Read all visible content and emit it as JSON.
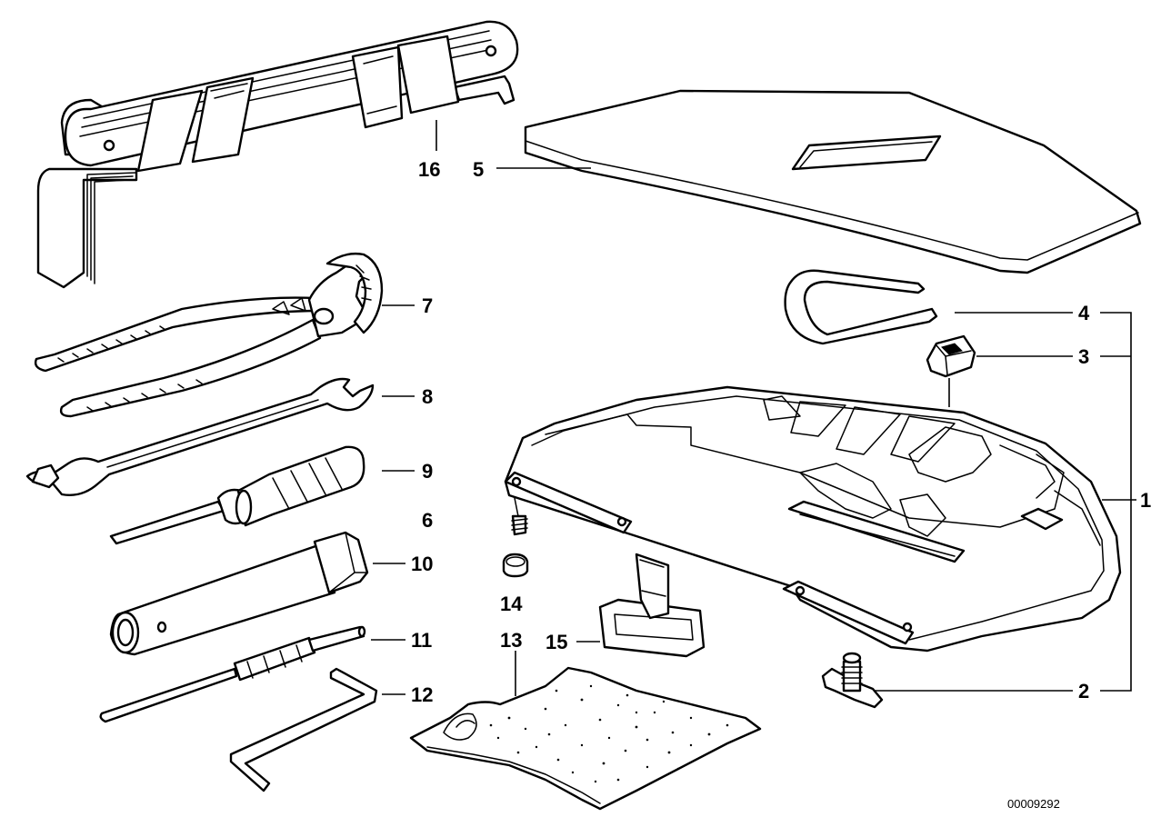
{
  "diagram": {
    "title": "Toolkit parts exploded view",
    "document_number": "00009292",
    "callouts": [
      {
        "id": "16",
        "label": "16"
      },
      {
        "id": "5",
        "label": "5"
      },
      {
        "id": "7",
        "label": "7"
      },
      {
        "id": "4",
        "label": "4"
      },
      {
        "id": "3",
        "label": "3"
      },
      {
        "id": "8",
        "label": "8"
      },
      {
        "id": "9",
        "label": "9"
      },
      {
        "id": "1",
        "label": "1"
      },
      {
        "id": "6",
        "label": "6"
      },
      {
        "id": "10",
        "label": "10"
      },
      {
        "id": "14",
        "label": "14"
      },
      {
        "id": "11",
        "label": "11"
      },
      {
        "id": "13",
        "label": "13"
      },
      {
        "id": "15",
        "label": "15"
      },
      {
        "id": "12",
        "label": "12"
      },
      {
        "id": "2",
        "label": "2"
      }
    ]
  }
}
